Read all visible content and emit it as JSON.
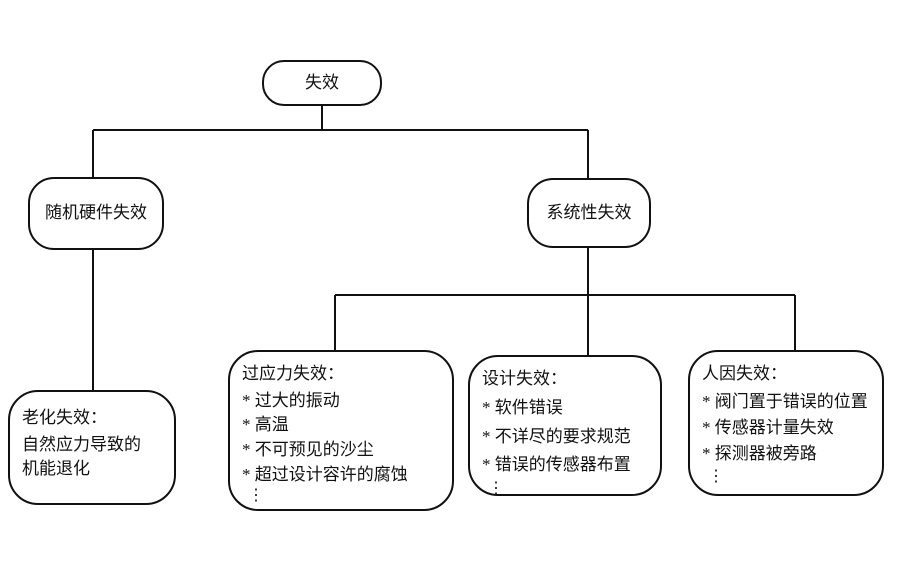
{
  "diagram": {
    "title": "failure-classification-tree",
    "line_color": "#111111",
    "root": {
      "label": "失效"
    },
    "level1": {
      "random_hw": {
        "label": "随机硬件失效"
      },
      "systematic": {
        "label": "系统性失效"
      }
    },
    "leaves": {
      "aging": {
        "title": "老化失效：",
        "lines": [
          "自然应力导致的",
          "机能退化"
        ]
      },
      "overstress": {
        "title": "过应力失效：",
        "items": [
          "* 过大的振动",
          "* 高温",
          "* 不可预见的沙尘",
          "* 超过设计容许的腐蚀"
        ],
        "ellipsis": "⋮"
      },
      "design": {
        "title": "设计失效：",
        "items": [
          "* 软件错误",
          "* 不详尽的要求规范",
          "* 错误的传感器布置"
        ],
        "ellipsis": "⋮"
      },
      "human": {
        "title": "人因失效：",
        "items": [
          "* 阀门置于错误的位置",
          "* 传感器计量失效",
          "* 探测器被旁路"
        ],
        "ellipsis": "⋮"
      }
    }
  }
}
